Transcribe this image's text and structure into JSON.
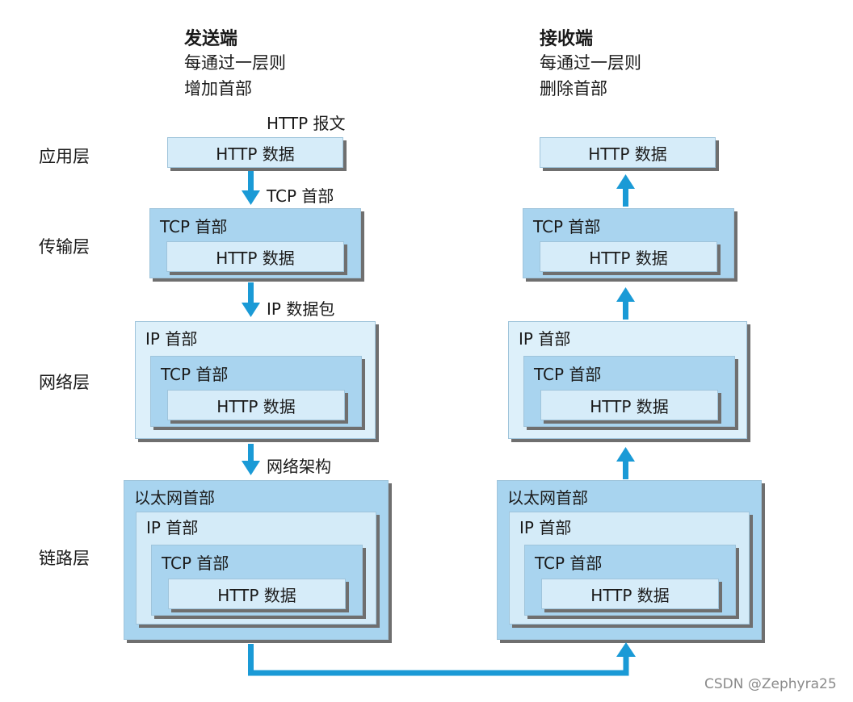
{
  "sender": {
    "title": "发送端",
    "line1": "每通过一层则",
    "line2": "增加首部"
  },
  "receiver": {
    "title": "接收端",
    "line1": "每通过一层则",
    "line2": "删除首部"
  },
  "layers": {
    "application": "应用层",
    "transport": "传输层",
    "network": "网络层",
    "link": "链路层"
  },
  "messages": {
    "http_message": "HTTP 报文",
    "tcp_header_step": "TCP 首部",
    "ip_packet_step": "IP 数据包",
    "network_frame_step": "网络架构"
  },
  "boxes": {
    "http_data": "HTTP 数据",
    "tcp_header": "TCP 首部",
    "ip_header": "IP 首部",
    "ethernet_header": "以太网首部"
  },
  "watermark": "CSDN @Zephyra25",
  "colors": {
    "arrow": "#1a9ad6",
    "ethernet_fill": "#a8d4ef",
    "ip_fill": "#d4ebf8",
    "tcp_fill": "#a9d4ef",
    "http_fill": "#d6ecf9"
  }
}
